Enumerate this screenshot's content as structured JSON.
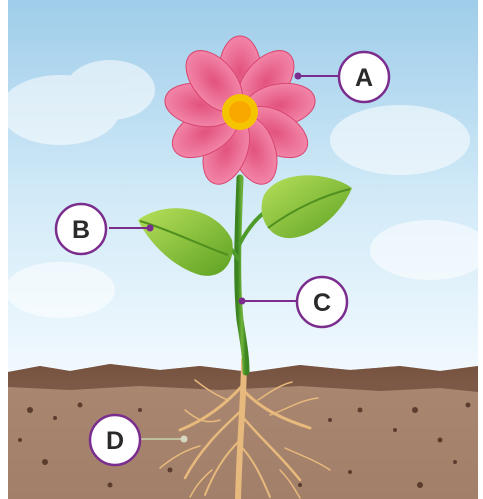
{
  "diagram": {
    "labels": {
      "a": "A",
      "b": "B",
      "c": "C",
      "d": "D"
    }
  },
  "colors": {
    "sky_top": "#a9d4ee",
    "sky_bottom": "#eef7fd",
    "soil": "#a07a62",
    "soil_dark": "#6e4a38",
    "petal": "#f07aa0",
    "flower_center": "#f5c400",
    "leaf": "#7cbd2e",
    "stem": "#4e9a2a",
    "root": "#e7b97c",
    "callout_line_purple": "#7b2d8e",
    "callout_line_grey": "#bfbfa0"
  }
}
